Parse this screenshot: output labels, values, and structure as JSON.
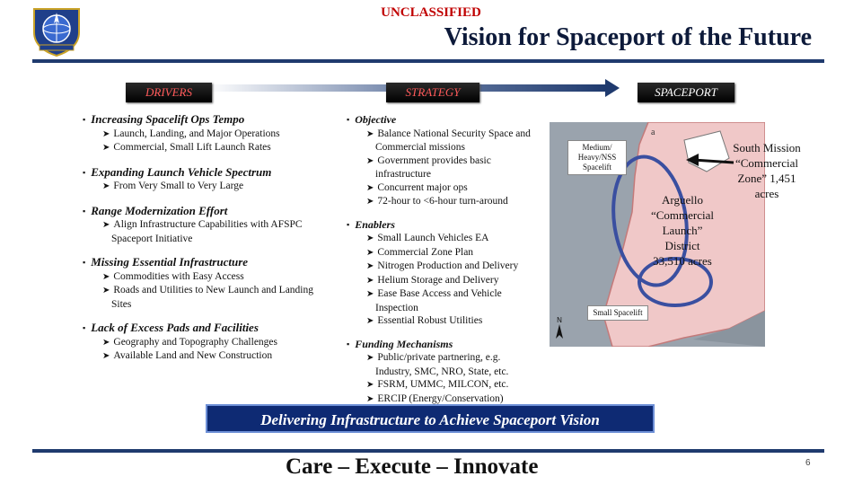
{
  "classification": "UNCLASSIFIED",
  "title": "Vision for Spaceport of the Future",
  "headers": {
    "drivers": "DRIVERS",
    "strategy": "STRATEGY",
    "spaceport": "SPACEPORT"
  },
  "drivers": [
    {
      "heading": "Increasing Spacelift Ops Tempo",
      "items": [
        "Launch, Landing, and Major Operations",
        "Commercial, Small Lift Launch Rates"
      ]
    },
    {
      "heading": "Expanding Launch Vehicle Spectrum",
      "items": [
        "From Very Small to Very Large"
      ]
    },
    {
      "heading": "Range Modernization Effort",
      "items": [
        "Align Infrastructure Capabilities with AFSPC Spaceport Initiative"
      ]
    },
    {
      "heading": "Missing Essential Infrastructure",
      "items": [
        "Commodities with Easy Access",
        "Roads and Utilities to New Launch and Landing Sites"
      ]
    },
    {
      "heading": "Lack of Excess Pads and Facilities",
      "items": [
        "Geography and Topography Challenges",
        "Available Land and New Construction"
      ]
    }
  ],
  "strategy": [
    {
      "heading": "Objective",
      "items": [
        "Balance National Security Space and Commercial missions",
        "Government provides basic infrastructure",
        "Concurrent major ops",
        "72-hour to <6-hour turn-around"
      ]
    },
    {
      "heading": "Enablers",
      "items": [
        "Small Launch Vehicles EA",
        "Commercial Zone Plan",
        "Nitrogen Production and Delivery",
        "Helium Storage and Delivery",
        "Ease Base Access and Vehicle Inspection",
        "Essential Robust Utilities"
      ]
    },
    {
      "heading": "Funding Mechanisms",
      "items": [
        "Public/private partnering, e.g. Industry, SMC, NRO, State, etc.",
        "FSRM, UMMC, MILCON, etc.",
        "ERCIP (Energy/Conservation)"
      ]
    }
  ],
  "map": {
    "medium_heavy": "Medium/ Heavy/NSS Spacelift",
    "small": "Small Spacelift",
    "arguello": "Arguello “Commercial Launch” District 33,510 acres",
    "south_mission": "South Mission “Commercial Zone” 1,451 acres",
    "north": "N",
    "corner_letter": "a"
  },
  "banner": "Delivering Infrastructure to Achieve Spaceport Vision",
  "footer": "Care – Execute – Innovate",
  "page_number": "6",
  "colors": {
    "classification": "#c00000",
    "rule": "#1f3a6e",
    "banner": "#0e2a73",
    "land": "#f0c8c8",
    "ellipse": "#3a4fa0"
  }
}
